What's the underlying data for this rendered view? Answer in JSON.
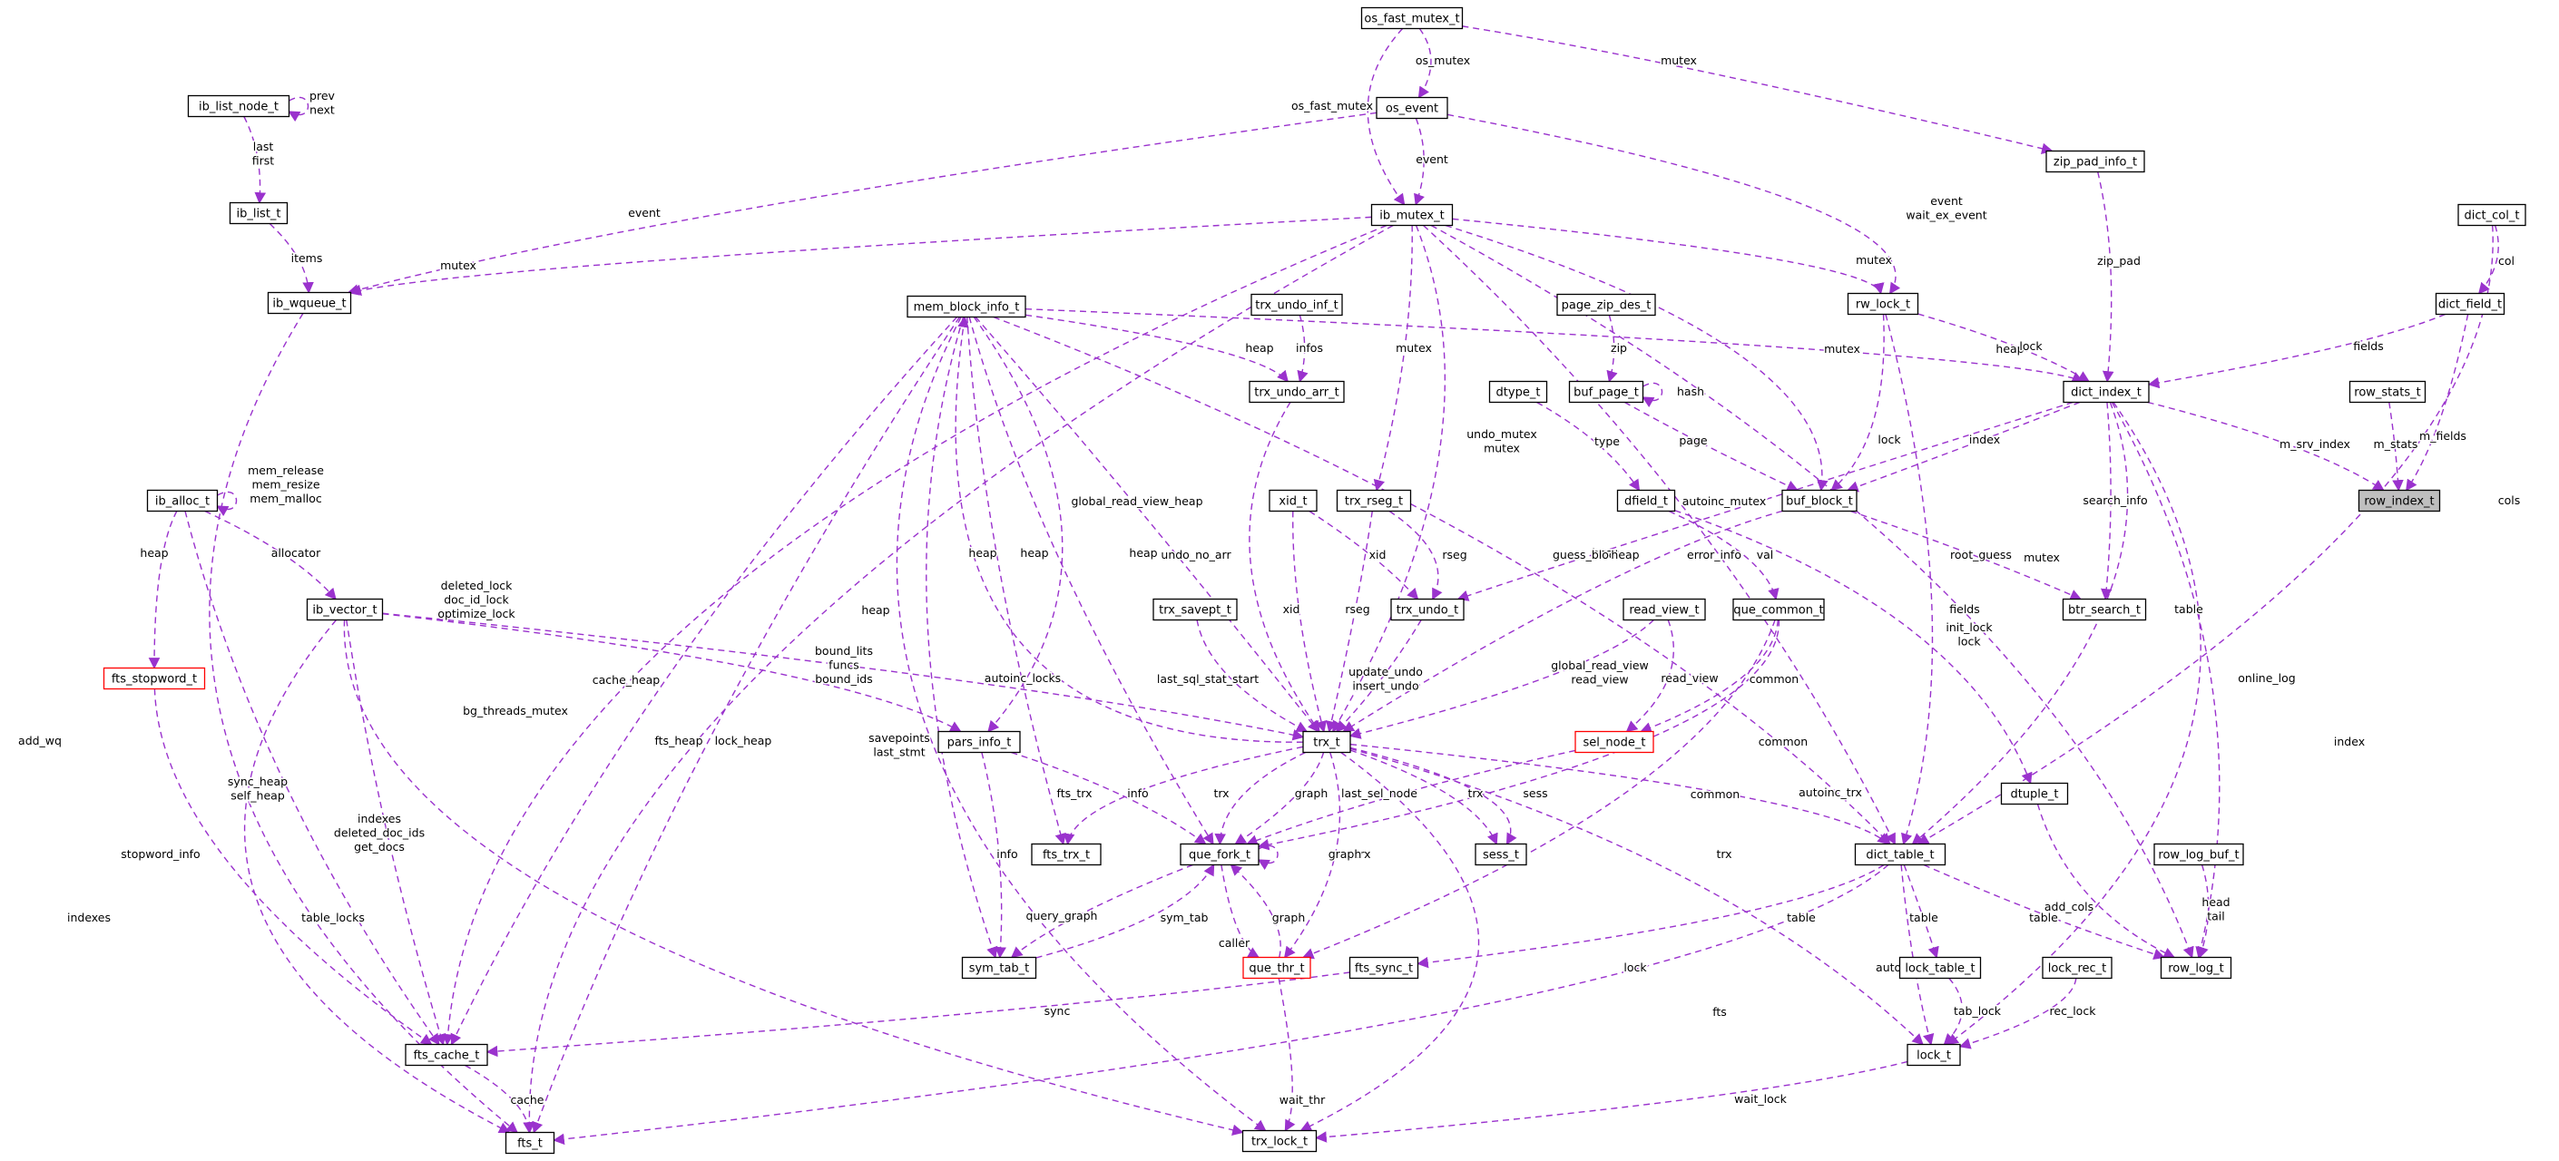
{
  "colors": {
    "edge": "#9a32cd",
    "node_border": "#000000",
    "highlight_border": "#ff0000",
    "selected_fill": "#bfbfbf"
  },
  "nodes": [
    {
      "id": "os_fast_mutex_t",
      "label": "os_fast_mutex_t"
    },
    {
      "id": "os_event",
      "label": "os_event"
    },
    {
      "id": "ib_mutex_t",
      "label": "ib_mutex_t"
    },
    {
      "id": "ib_list_node_t",
      "label": "ib_list_node_t"
    },
    {
      "id": "ib_list_t",
      "label": "ib_list_t"
    },
    {
      "id": "ib_wqueue_t",
      "label": "ib_wqueue_t"
    },
    {
      "id": "mem_block_info_t",
      "label": "mem_block_info_t"
    },
    {
      "id": "trx_undo_inf_t",
      "label": "trx_undo_inf_t"
    },
    {
      "id": "trx_undo_arr_t",
      "label": "trx_undo_arr_t"
    },
    {
      "id": "page_zip_des_t",
      "label": "page_zip_des_t"
    },
    {
      "id": "buf_page_t",
      "label": "buf_page_t"
    },
    {
      "id": "dtype_t",
      "label": "dtype_t"
    },
    {
      "id": "zip_pad_info_t",
      "label": "zip_pad_info_t"
    },
    {
      "id": "rw_lock_t",
      "label": "rw_lock_t"
    },
    {
      "id": "dict_col_t",
      "label": "dict_col_t"
    },
    {
      "id": "dict_field_t",
      "label": "dict_field_t"
    },
    {
      "id": "dict_index_t",
      "label": "dict_index_t"
    },
    {
      "id": "row_stats_t",
      "label": "row_stats_t"
    },
    {
      "id": "row_index_t",
      "label": "row_index_t"
    },
    {
      "id": "ib_alloc_t",
      "label": "ib_alloc_t"
    },
    {
      "id": "ib_vector_t",
      "label": "ib_vector_t"
    },
    {
      "id": "fts_stopword_t",
      "label": "fts_stopword_t"
    },
    {
      "id": "xid_t",
      "label": "xid_t"
    },
    {
      "id": "trx_rseg_t",
      "label": "trx_rseg_t"
    },
    {
      "id": "dfield_t",
      "label": "dfield_t"
    },
    {
      "id": "buf_block_t",
      "label": "buf_block_t"
    },
    {
      "id": "trx_undo_t",
      "label": "trx_undo_t"
    },
    {
      "id": "trx_savept_t",
      "label": "trx_savept_t"
    },
    {
      "id": "read_view_t",
      "label": "read_view_t"
    },
    {
      "id": "que_common_t",
      "label": "que_common_t"
    },
    {
      "id": "btr_search_t",
      "label": "btr_search_t"
    },
    {
      "id": "pars_info_t",
      "label": "pars_info_t"
    },
    {
      "id": "trx_t",
      "label": "trx_t"
    },
    {
      "id": "sel_node_t",
      "label": "sel_node_t"
    },
    {
      "id": "fts_trx_t",
      "label": "fts_trx_t"
    },
    {
      "id": "que_fork_t",
      "label": "que_fork_t"
    },
    {
      "id": "sess_t",
      "label": "sess_t"
    },
    {
      "id": "dtuple_t",
      "label": "dtuple_t"
    },
    {
      "id": "dict_table_t",
      "label": "dict_table_t"
    },
    {
      "id": "row_log_buf_t",
      "label": "row_log_buf_t"
    },
    {
      "id": "sym_tab_t",
      "label": "sym_tab_t"
    },
    {
      "id": "que_thr_t",
      "label": "que_thr_t"
    },
    {
      "id": "fts_sync_t",
      "label": "fts_sync_t"
    },
    {
      "id": "lock_table_t",
      "label": "lock_table_t"
    },
    {
      "id": "lock_rec_t",
      "label": "lock_rec_t"
    },
    {
      "id": "row_log_t",
      "label": "row_log_t"
    },
    {
      "id": "fts_cache_t",
      "label": "fts_cache_t"
    },
    {
      "id": "lock_t",
      "label": "lock_t"
    },
    {
      "id": "fts_t",
      "label": "fts_t"
    },
    {
      "id": "trx_lock_t",
      "label": "trx_lock_t"
    }
  ],
  "edges": [
    {
      "from": "os_fast_mutex_t",
      "to": "os_event",
      "label": "os_mutex"
    },
    {
      "from": "os_fast_mutex_t",
      "to": "ib_mutex_t",
      "label": "os_fast_mutex"
    },
    {
      "from": "os_fast_mutex_t",
      "to": "zip_pad_info_t",
      "label": "mutex"
    },
    {
      "from": "os_event",
      "to": "ib_mutex_t",
      "label": "event"
    },
    {
      "from": "os_event",
      "to": "ib_wqueue_t",
      "label": "event"
    },
    {
      "from": "os_event",
      "to": "rw_lock_t",
      "label": "event\nwait_ex_event"
    },
    {
      "from": "ib_list_node_t",
      "to": "ib_list_node_t",
      "label": "prev\nnext"
    },
    {
      "from": "ib_list_node_t",
      "to": "ib_list_t",
      "label": "last\nfirst"
    },
    {
      "from": "ib_list_t",
      "to": "ib_wqueue_t",
      "label": "items"
    },
    {
      "from": "ib_mutex_t",
      "to": "ib_wqueue_t",
      "label": "mutex"
    },
    {
      "from": "ib_mutex_t",
      "to": "rw_lock_t",
      "label": "mutex"
    },
    {
      "from": "ib_mutex_t",
      "to": "trx_rseg_t",
      "label": "mutex"
    },
    {
      "from": "ib_mutex_t",
      "to": "trx_t",
      "label": "undo_mutex\nmutex"
    },
    {
      "from": "ib_mutex_t",
      "to": "dict_table_t",
      "label": "autoinc_mutex"
    },
    {
      "from": "ib_mutex_t",
      "to": "buf_block_t",
      "label": "mutex"
    },
    {
      "from": "ib_mutex_t",
      "to": "fts_cache_t",
      "label": "deleted_lock\ndoc_id_lock\noptimize_lock"
    },
    {
      "from": "ib_mutex_t",
      "to": "fts_t",
      "label": "bg_threads_mutex"
    },
    {
      "from": "ib_mutex_t",
      "to": "row_log_t",
      "label": "mutex"
    },
    {
      "from": "mem_block_info_t",
      "to": "trx_undo_arr_t",
      "label": "heap"
    },
    {
      "from": "mem_block_info_t",
      "to": "dict_index_t",
      "label": "heap"
    },
    {
      "from": "mem_block_info_t",
      "to": "trx_t",
      "label": "global_read_view_heap"
    },
    {
      "from": "mem_block_info_t",
      "to": "fts_cache_t",
      "label": "cache_heap"
    },
    {
      "from": "mem_block_info_t",
      "to": "sym_tab_t",
      "label": "heap"
    },
    {
      "from": "mem_block_info_t",
      "to": "fts_trx_t",
      "label": "heap"
    },
    {
      "from": "mem_block_info_t",
      "to": "que_fork_t",
      "label": "heap"
    },
    {
      "from": "mem_block_info_t",
      "to": "pars_info_t",
      "label": "heap"
    },
    {
      "from": "mem_block_info_t",
      "to": "fts_t",
      "label": "fts_heap"
    },
    {
      "from": "mem_block_info_t",
      "to": "trx_lock_t",
      "label": "lock_heap"
    },
    {
      "from": "mem_block_info_t",
      "to": "dict_table_t",
      "label": "heap"
    },
    {
      "from": "trx_undo_inf_t",
      "to": "trx_undo_arr_t",
      "label": "infos"
    },
    {
      "from": "trx_undo_arr_t",
      "to": "trx_t",
      "label": "undo_no_arr"
    },
    {
      "from": "page_zip_des_t",
      "to": "buf_page_t",
      "label": "zip"
    },
    {
      "from": "buf_page_t",
      "to": "buf_page_t",
      "label": "hash"
    },
    {
      "from": "buf_page_t",
      "to": "buf_block_t",
      "label": "page"
    },
    {
      "from": "dtype_t",
      "to": "dfield_t",
      "label": "type"
    },
    {
      "from": "zip_pad_info_t",
      "to": "dict_index_t",
      "label": "zip_pad"
    },
    {
      "from": "rw_lock_t",
      "to": "dict_index_t",
      "label": "lock"
    },
    {
      "from": "rw_lock_t",
      "to": "buf_block_t",
      "label": "lock"
    },
    {
      "from": "rw_lock_t",
      "to": "dict_table_t",
      "label": "init_lock\nlock"
    },
    {
      "from": "dict_col_t",
      "to": "dict_field_t",
      "label": "col"
    },
    {
      "from": "dict_col_t",
      "to": "dict_table_t",
      "label": "cols"
    },
    {
      "from": "dict_field_t",
      "to": "dict_index_t",
      "label": "fields"
    },
    {
      "from": "dict_field_t",
      "to": "row_index_t",
      "label": "m_fields"
    },
    {
      "from": "row_stats_t",
      "to": "row_index_t",
      "label": "m_stats"
    },
    {
      "from": "dict_index_t",
      "to": "row_index_t",
      "label": "m_srv_index"
    },
    {
      "from": "dict_index_t",
      "to": "buf_block_t",
      "label": "index"
    },
    {
      "from": "dict_index_t",
      "to": "trx_undo_t",
      "label": "guess_block"
    },
    {
      "from": "dict_index_t",
      "to": "btr_search_t",
      "label": "search_info"
    },
    {
      "from": "dict_index_t",
      "to": "dict_table_t",
      "label": "table"
    },
    {
      "from": "dict_index_t",
      "to": "row_log_t",
      "label": "online_log"
    },
    {
      "from": "dict_index_t",
      "to": "lock_t",
      "label": "index"
    },
    {
      "from": "buf_block_t",
      "to": "btr_search_t",
      "label": "root_guess"
    },
    {
      "from": "buf_block_t",
      "to": "trx_t",
      "label": "heap"
    },
    {
      "from": "ib_alloc_t",
      "to": "ib_alloc_t",
      "label": "mem_release\nmem_resize\nmem_malloc"
    },
    {
      "from": "ib_alloc_t",
      "to": "ib_vector_t",
      "label": "allocator"
    },
    {
      "from": "ib_alloc_t",
      "to": "fts_stopword_t",
      "label": "heap"
    },
    {
      "from": "ib_alloc_t",
      "to": "fts_cache_t",
      "label": "sync_heap\nself_heap"
    },
    {
      "from": "ib_vector_t",
      "to": "trx_t",
      "label": "autoinc_locks"
    },
    {
      "from": "ib_vector_t",
      "to": "pars_info_t",
      "label": "bound_lits\nfuncs\nbound_ids"
    },
    {
      "from": "ib_vector_t",
      "to": "fts_cache_t",
      "label": "indexes\ndeleted_doc_ids\nget_docs"
    },
    {
      "from": "ib_vector_t",
      "to": "fts_t",
      "label": "indexes"
    },
    {
      "from": "ib_vector_t",
      "to": "trx_lock_t",
      "label": "table_locks"
    },
    {
      "from": "fts_stopword_t",
      "to": "fts_cache_t",
      "label": "stopword_info"
    },
    {
      "from": "ib_wqueue_t",
      "to": "fts_t",
      "label": "add_wq"
    },
    {
      "from": "xid_t",
      "to": "trx_undo_t",
      "label": "xid"
    },
    {
      "from": "xid_t",
      "to": "trx_t",
      "label": "xid"
    },
    {
      "from": "trx_rseg_t",
      "to": "trx_undo_t",
      "label": "rseg"
    },
    {
      "from": "trx_rseg_t",
      "to": "trx_t",
      "label": "rseg"
    },
    {
      "from": "dfield_t",
      "to": "que_common_t",
      "label": "val"
    },
    {
      "from": "dfield_t",
      "to": "dtuple_t",
      "label": "fields"
    },
    {
      "from": "trx_undo_t",
      "to": "trx_t",
      "label": "update_undo\ninsert_undo"
    },
    {
      "from": "trx_savept_t",
      "to": "trx_t",
      "label": "last_sql_stat_start"
    },
    {
      "from": "read_view_t",
      "to": "trx_t",
      "label": "global_read_view\nread_view"
    },
    {
      "from": "read_view_t",
      "to": "sel_node_t",
      "label": "read_view"
    },
    {
      "from": "que_common_t",
      "to": "sel_node_t",
      "label": "common"
    },
    {
      "from": "que_common_t",
      "to": "que_fork_t",
      "label": "common"
    },
    {
      "from": "que_common_t",
      "to": "que_thr_t",
      "label": "common"
    },
    {
      "from": "trx_t",
      "to": "mem_block_info_t",
      "label": "savepoints\nlast_stmt"
    },
    {
      "from": "trx_t",
      "to": "error_info",
      "label": "error_info"
    },
    {
      "from": "trx_t",
      "to": "fts_trx_t",
      "label": "fts_trx"
    },
    {
      "from": "trx_t",
      "to": "que_fork_t",
      "label": "trx"
    },
    {
      "from": "trx_t",
      "to": "que_fork_t",
      "label": "graph"
    },
    {
      "from": "trx_t",
      "to": "sess_t",
      "label": "trx"
    },
    {
      "from": "trx_t",
      "to": "sess_t",
      "label": "sess"
    },
    {
      "from": "trx_t",
      "to": "que_thr_t",
      "label": "trx"
    },
    {
      "from": "trx_t",
      "to": "dict_table_t",
      "label": "autoinc_trx"
    },
    {
      "from": "trx_t",
      "to": "lock_t",
      "label": "trx"
    },
    {
      "from": "trx_t",
      "to": "trx_lock_t",
      "label": "lock"
    },
    {
      "from": "pars_info_t",
      "to": "que_fork_t",
      "label": "info"
    },
    {
      "from": "pars_info_t",
      "to": "sym_tab_t",
      "label": "info"
    },
    {
      "from": "sel_node_t",
      "to": "que_fork_t",
      "label": "last_sel_node"
    },
    {
      "from": "que_fork_t",
      "to": "que_fork_t",
      "label": "graph"
    },
    {
      "from": "que_fork_t",
      "to": "sym_tab_t",
      "label": "query_graph"
    },
    {
      "from": "que_fork_t",
      "to": "que_thr_t",
      "label": "caller"
    },
    {
      "from": "que_thr_t",
      "to": "que_fork_t",
      "label": "graph"
    },
    {
      "from": "sym_tab_t",
      "to": "que_fork_t",
      "label": "sym_tab"
    },
    {
      "from": "que_thr_t",
      "to": "trx_lock_t",
      "label": "wait_thr"
    },
    {
      "from": "dtuple_t",
      "to": "row_log_t",
      "label": "add_cols"
    },
    {
      "from": "dict_table_t",
      "to": "fts_sync_t",
      "label": "table"
    },
    {
      "from": "dict_table_t",
      "to": "lock_table_t",
      "label": "table"
    },
    {
      "from": "dict_table_t",
      "to": "row_log_t",
      "label": "table"
    },
    {
      "from": "dict_table_t",
      "to": "fts_t",
      "label": "fts"
    },
    {
      "from": "dict_table_t",
      "to": "lock_t",
      "label": "autoinc_lock"
    },
    {
      "from": "row_log_buf_t",
      "to": "row_log_t",
      "label": "head\ntail"
    },
    {
      "from": "fts_sync_t",
      "to": "fts_cache_t",
      "label": "sync"
    },
    {
      "from": "lock_table_t",
      "to": "lock_t",
      "label": "tab_lock"
    },
    {
      "from": "lock_rec_t",
      "to": "lock_t",
      "label": "rec_lock"
    },
    {
      "from": "lock_t",
      "to": "trx_lock_t",
      "label": "wait_lock"
    },
    {
      "from": "fts_cache_t",
      "to": "fts_t",
      "label": "cache"
    }
  ]
}
